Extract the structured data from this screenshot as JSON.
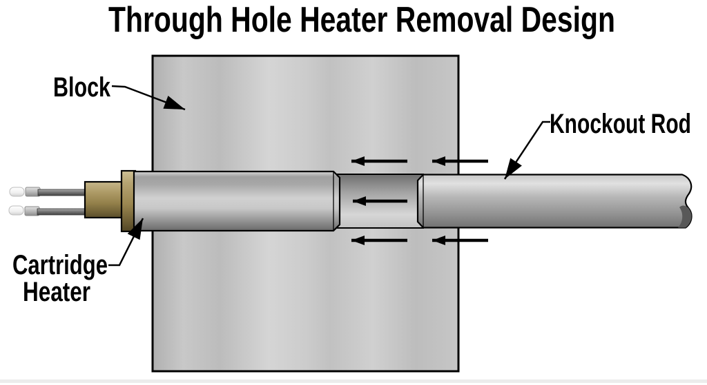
{
  "title": "Through Hole Heater Removal Design",
  "labels": {
    "block": "Block",
    "knockout_rod": "Knockout Rod",
    "cartridge_heater_line1": "Cartridge",
    "cartridge_heater_line2": "Heater"
  },
  "diagram": {
    "components": [
      "Block",
      "Cartridge Heater",
      "Knockout Rod"
    ],
    "push_arrows": {
      "count": 5,
      "direction": "left",
      "rows": 3
    }
  },
  "colors": {
    "background": "#ffffff",
    "text": "#000000",
    "outline": "#000000",
    "arrow": "#000000",
    "block_gray_light": "#d5d5d5",
    "block_gray_dark": "#b3b3b3",
    "steel_highlight": "#e1e1e1",
    "steel_midtone": "#c9c9c9",
    "steel_shadow": "#6b6b6b",
    "bore_shadow": "#6e6e6e",
    "brass_light": "#cfc196",
    "brass_mid": "#9a8650",
    "brass_dark": "#514524",
    "wire_gray": "#787878",
    "wire_tip_white": "#f7f7f7"
  }
}
